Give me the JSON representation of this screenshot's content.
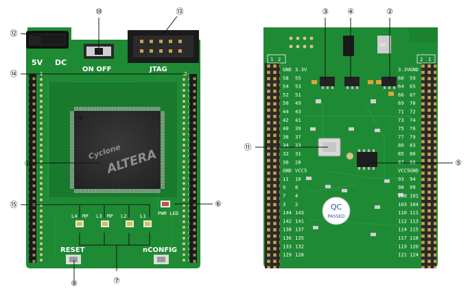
{
  "left_board": {
    "power_labels": [
      "5V",
      "DC"
    ],
    "switch_label": "ON OFF",
    "jtag_label": "JTAG",
    "chip_brand": "ALTERA",
    "chip_series": "Cyclone",
    "led_labels": [
      "L4",
      "L3",
      "L2",
      "L1"
    ],
    "led_sub_label": "MP",
    "pwr_led_label": "PWR LED",
    "reset_label": "RESET",
    "nconfig_label": "nCONFIG",
    "header_corner_labels": [
      "1",
      "2"
    ]
  },
  "right_board": {
    "top_corner_labels_left": [
      "1",
      "2"
    ],
    "top_corner_labels_right": [
      "2",
      "1"
    ],
    "left_column_rows": [
      [
        "GND",
        "3.3V"
      ],
      [
        "58",
        "55"
      ],
      [
        "54",
        "53"
      ],
      [
        "52",
        "51"
      ],
      [
        "50",
        "49"
      ],
      [
        "44",
        "43"
      ],
      [
        "42",
        "41"
      ],
      [
        "40",
        "39"
      ],
      [
        "38",
        "37"
      ],
      [
        "34",
        "33"
      ],
      [
        "32",
        "31"
      ],
      [
        "30",
        "28"
      ],
      [
        "GND",
        "VCC5"
      ],
      [
        "11",
        "10"
      ],
      [
        "9",
        "8"
      ],
      [
        "7",
        "4"
      ],
      [
        "3",
        "2"
      ],
      [
        "144",
        "143"
      ],
      [
        "142",
        "141"
      ],
      [
        "138",
        "137"
      ],
      [
        "136",
        "135"
      ],
      [
        "133",
        "132"
      ],
      [
        "129",
        "128"
      ]
    ],
    "right_column_rows": [
      [
        "3.3V",
        "GND"
      ],
      [
        "60",
        "59"
      ],
      [
        "64",
        "65"
      ],
      [
        "66",
        "67"
      ],
      [
        "69",
        "70"
      ],
      [
        "71",
        "72"
      ],
      [
        "73",
        "74"
      ],
      [
        "75",
        "76"
      ],
      [
        "77",
        "79"
      ],
      [
        "80",
        "83"
      ],
      [
        "85",
        "86"
      ],
      [
        "87",
        "88"
      ],
      [
        "VCC5",
        "GND"
      ],
      [
        "93",
        "94"
      ],
      [
        "98",
        "99"
      ],
      [
        "100",
        "101"
      ],
      [
        "103",
        "104"
      ],
      [
        "110",
        "111"
      ],
      [
        "112",
        "113"
      ],
      [
        "114",
        "115"
      ],
      [
        "117",
        "118"
      ],
      [
        "119",
        "120"
      ],
      [
        "121",
        "124"
      ]
    ],
    "qc_label_top": "QC",
    "qc_label_bottom": "PASSED",
    "crystal_label": "1X"
  },
  "callouts": [
    {
      "id": "c1",
      "label": "①"
    },
    {
      "id": "c2",
      "label": "②"
    },
    {
      "id": "c3",
      "label": "③"
    },
    {
      "id": "c4",
      "label": "④"
    },
    {
      "id": "c5",
      "label": "⑤"
    },
    {
      "id": "c6",
      "label": "⑥"
    },
    {
      "id": "c7",
      "label": "⑦"
    },
    {
      "id": "c8",
      "label": "⑧"
    },
    {
      "id": "c10",
      "label": "⑩"
    },
    {
      "id": "c11",
      "label": "⑪"
    },
    {
      "id": "c12",
      "label": "⑫"
    },
    {
      "id": "c13",
      "label": "⑬"
    },
    {
      "id": "c14",
      "label": "⑭"
    },
    {
      "id": "c15",
      "label": "⑮"
    }
  ],
  "colors": {
    "pcb_green": "#1f8a34",
    "pcb_dark": "#17702a",
    "header_black": "#1a1a1a",
    "pin_gold": "#c8a24a",
    "chip_body": "#2b2b2b",
    "callout_ink": "#111111"
  }
}
